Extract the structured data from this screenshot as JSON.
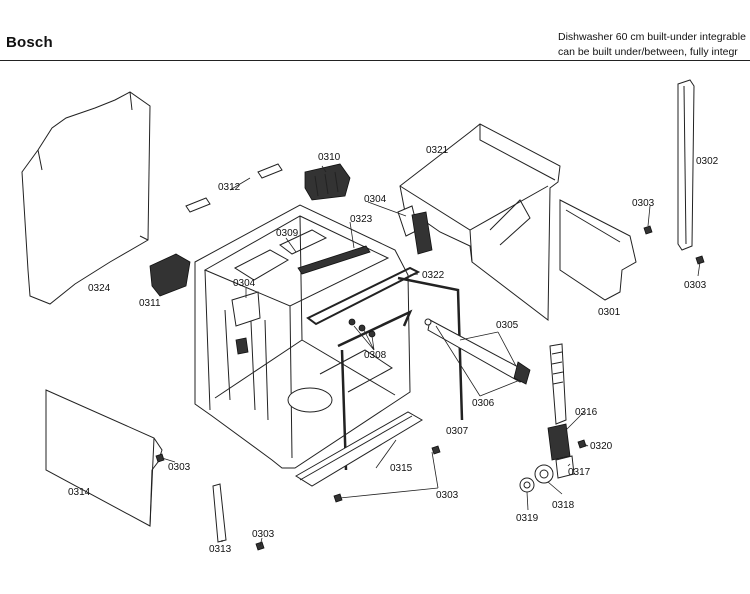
{
  "header": {
    "brand": "Bosch",
    "model_line1": "Dishwasher 60 cm built-under integrable",
    "model_line2": "can be built under/between, fully integr"
  },
  "parts": {
    "p0302": "0302",
    "p0303": "0303",
    "p0301": "0301",
    "p0321": "0321",
    "p0304": "0304",
    "p0323": "0323",
    "p0310": "0310",
    "p0312": "0312",
    "p0309": "0309",
    "p0324": "0324",
    "p0311": "0311",
    "p0322": "0322",
    "p0305": "0305",
    "p0308": "0308",
    "p0306": "0306",
    "p0307": "0307",
    "p0316": "0316",
    "p0320": "0320",
    "p0317": "0317",
    "p0318": "0318",
    "p0319": "0319",
    "p0315": "0315",
    "p0314": "0314",
    "p0313": "0313"
  }
}
